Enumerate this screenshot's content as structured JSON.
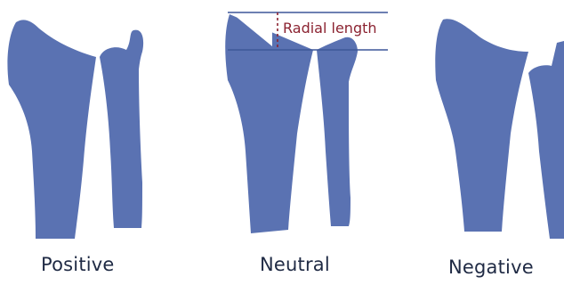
{
  "labels": {
    "positive": "Positive",
    "neutral": "Neutral",
    "negative": "Negative",
    "radial_length": "Radial length"
  },
  "colors": {
    "bone": "#5a72b2",
    "line": "#3d5798",
    "annotation": "#8b2331",
    "background": "#ffffff",
    "text": "#1f2a44"
  }
}
